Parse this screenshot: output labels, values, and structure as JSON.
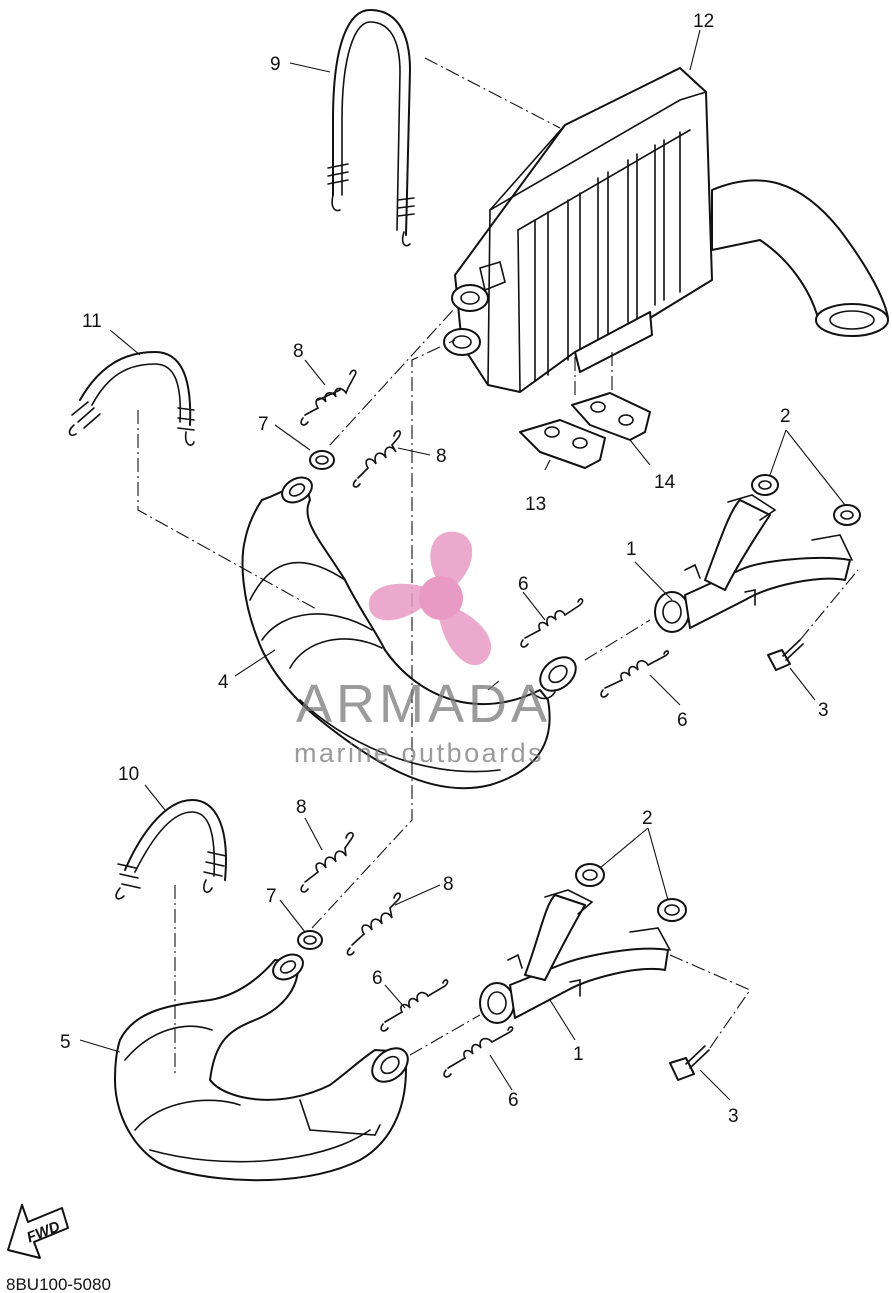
{
  "callouts": {
    "c1a": "1",
    "c1b": "1",
    "c2a": "2",
    "c2b": "2",
    "c3a": "3",
    "c3b": "3",
    "c4": "4",
    "c5": "5",
    "c6a": "6",
    "c6b": "6",
    "c6c": "6",
    "c6d": "6",
    "c7a": "7",
    "c7b": "7",
    "c8a": "8",
    "c8b": "8",
    "c8c": "8",
    "c8d": "8",
    "c9": "9",
    "c10": "10",
    "c11": "11",
    "c12": "12",
    "c13": "13",
    "c14": "14"
  },
  "watermark": {
    "brand": "ARMADA",
    "tagline": "marine outboards",
    "logo_color": "#e89ac4"
  },
  "footer": {
    "diagram_code": "8BU100-5080"
  },
  "direction_arrow": {
    "label": "FWD"
  },
  "colors": {
    "line": "#111111",
    "watermark_text": "#7a7a7a"
  }
}
